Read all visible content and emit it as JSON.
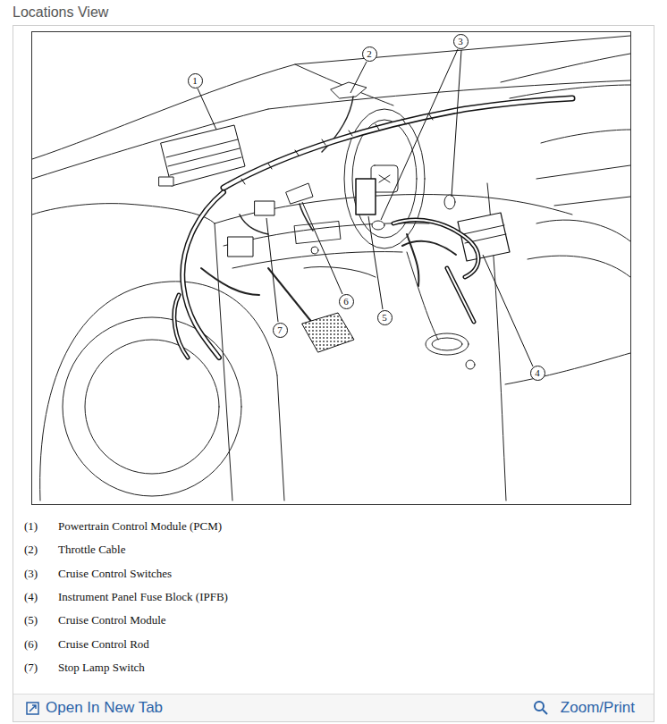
{
  "diagram": {
    "title": "Locations View",
    "nodes": [
      {
        "text": [
          "1"
        ]
      },
      {
        "text": [
          "2"
        ]
      },
      {
        "text": [
          "3"
        ]
      },
      {
        "text": [
          "4"
        ]
      },
      {
        "text": [
          "5"
        ]
      },
      {
        "text": [
          "6"
        ]
      },
      {
        "text": [
          "7"
        ]
      }
    ],
    "labels": [
      "(1)",
      "Powertrain Control Module (PCM)",
      "(2)",
      "Throttle Cable",
      "(3)",
      "Cruise Control Switches",
      "(4)",
      "Instrument Panel Fuse Block (IPFB)",
      "(5)",
      "Cruise Control Module",
      "(6)",
      "Cruise Control Rod",
      "(7)",
      "Stop Lamp Switch",
      "Open In New Tab",
      "Zoom/Print"
    ]
  }
}
